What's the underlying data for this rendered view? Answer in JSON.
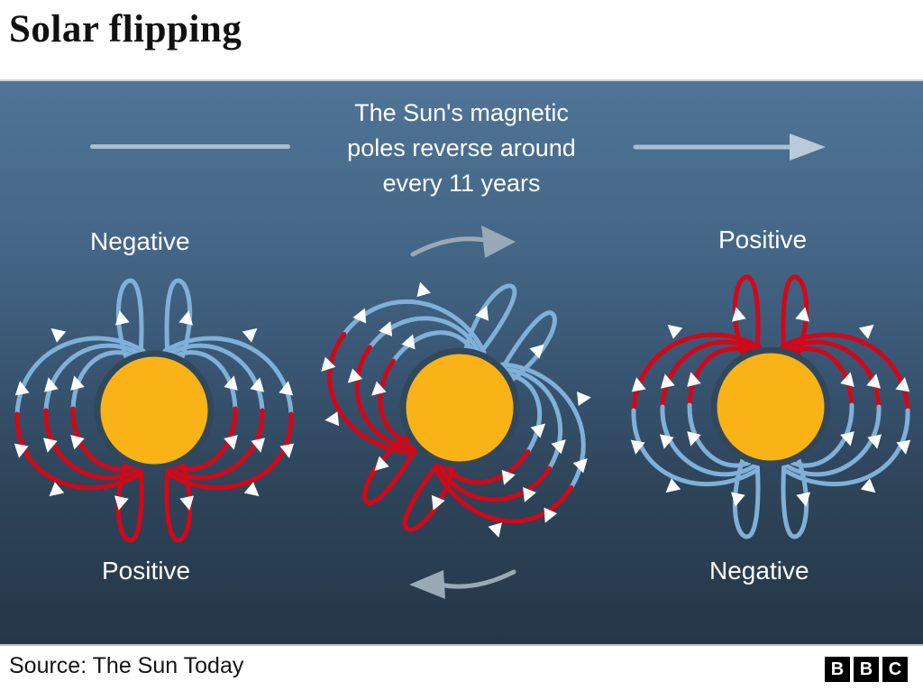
{
  "title": "Solar flipping",
  "diagram": {
    "heading_lines": [
      "The Sun's magnetic",
      "poles reverse around",
      "every 11 years"
    ],
    "stages": [
      {
        "name": "before-flip",
        "top_label": "Negative",
        "bottom_label": "Positive"
      },
      {
        "name": "during-flip",
        "rotation_deg": 34
      },
      {
        "name": "after-flip",
        "top_label": "Positive",
        "bottom_label": "Negative"
      }
    ]
  },
  "footer": {
    "source": "Source: The Sun Today",
    "logo_letters": [
      "B",
      "B",
      "C"
    ]
  },
  "colors": {
    "field_blue": "#7fb1d8",
    "field_red": "#d40717",
    "sun": "#f9b316",
    "sun_ring": "#31485c",
    "arrow_gray": "#9aa9b6",
    "accent_line": "#a9bfd1",
    "accent_head": "#b9cad8"
  }
}
